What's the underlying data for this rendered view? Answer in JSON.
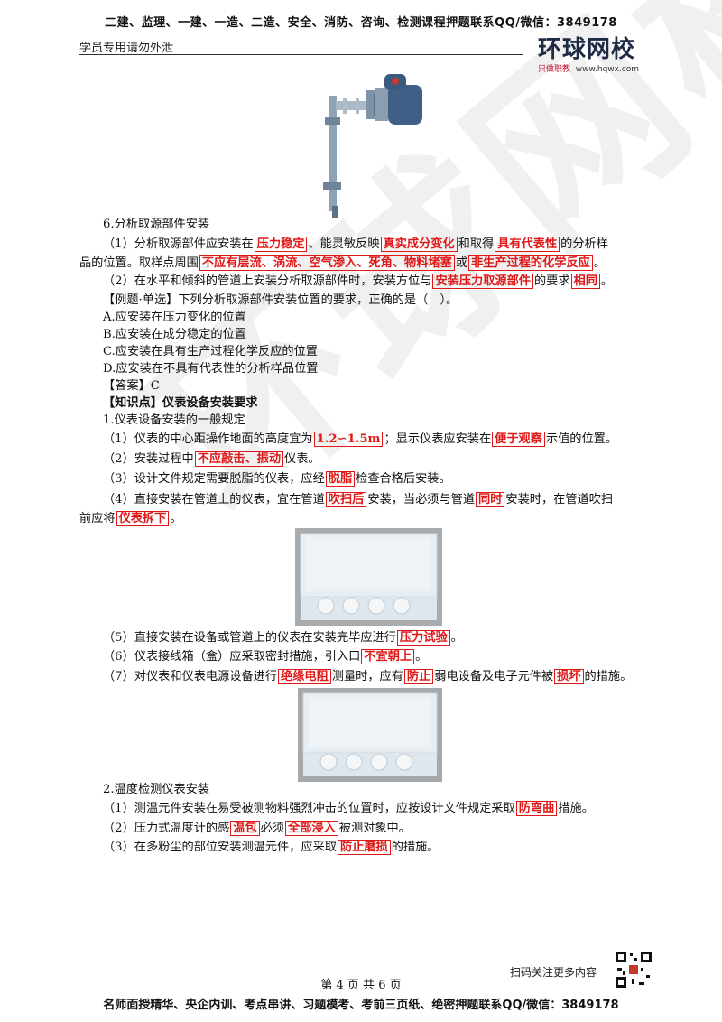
{
  "header": {
    "banner": "二建、监理、一建、一造、二造、安全、消防、咨询、检测课程押题联系QQ/微信：3849178",
    "left_note": "学员专用请勿外泄",
    "logo_main": "环球网校",
    "logo_slogan": "只做职教",
    "logo_url": "www.hqwx.com",
    "watermark": "环球网校"
  },
  "sections": {
    "s6_title": "6.分析取源部件安装",
    "s6_p1_a": "（1）分析取源部件应安装在",
    "s6_p1_b1": "压力稳定",
    "s6_p1_c": "、能灵敏反映",
    "s6_p1_b2": "真实成分变化",
    "s6_p1_d": "和取得",
    "s6_p1_b3": "具有代表性",
    "s6_p1_e": "的分析样",
    "s6_p1_line2_a": "品的位置。取样点周围",
    "s6_p1_b4": "不应有层流、涡流、空气渗入、死角、物料堵塞",
    "s6_p1_line2_b": "或",
    "s6_p1_b5": "非生产过程的化学反应",
    "s6_p1_line2_c": "。",
    "s6_p2_a": "（2）在水平和倾斜的管道上安装分析取源部件时，安装方位与",
    "s6_p2_b1": "安装压力取源部件",
    "s6_p2_c": "的要求",
    "s6_p2_b2": "相同",
    "s6_p2_d": "。",
    "example_q": "【例题·单选】下列分析取源部件安装位置的要求，正确的是（　）。",
    "opt_a": "A.应安装在压力变化的位置",
    "opt_b": "B.应安装在成分稳定的位置",
    "opt_c": "C.应安装在具有生产过程化学反应的位置",
    "opt_d": "D.应安装在不具有代表性的分析样品位置",
    "answer": "【答案】C",
    "kp_title": "【知识点】仪表设备安装要求",
    "k1_title": "1.仪表设备安装的一般规定",
    "k1_p1_a": "（1）仪表的中心距操作地面的高度宜为",
    "k1_p1_b1": "1.2∽1.5m",
    "k1_p1_c": "；显示仪表应安装在",
    "k1_p1_b2": "便于观察",
    "k1_p1_d": "示值的位置。",
    "k1_p2_a": "（2）安装过程中",
    "k1_p2_b1": "不应敲击、振动",
    "k1_p2_c": "仪表。",
    "k1_p3_a": "（3）设计文件规定需要脱脂的仪表，应经",
    "k1_p3_b1": "脱脂",
    "k1_p3_c": "检查合格后安装。",
    "k1_p4_a": "（4）直接安装在管道上的仪表，宜在管道",
    "k1_p4_b1": "吹扫后",
    "k1_p4_c": "安装，当必须与管道",
    "k1_p4_b2": "同时",
    "k1_p4_d": "安装时，在管道吹扫",
    "k1_p4_line2_a": "前应将",
    "k1_p4_b3": "仪表拆下",
    "k1_p4_line2_b": "。",
    "k1_p5_a": "（5）直接安装在设备或管道上的仪表在安装完毕应进行",
    "k1_p5_b1": "压力试验",
    "k1_p5_c": "。",
    "k1_p6_a": "（6）仪表接线箱（盒）应采取密封措施，引入口",
    "k1_p6_b1": "不宜朝上",
    "k1_p6_c": "。",
    "k1_p7_a": "（7）对仪表和仪表电源设备进行",
    "k1_p7_b1": "绝缘电阻",
    "k1_p7_c": "测量时，应有",
    "k1_p7_b2": "防止",
    "k1_p7_d": "弱电设备及电子元件被",
    "k1_p7_b3": "损坏",
    "k1_p7_e": "的措施。",
    "k2_title": "2.温度检测仪表安装",
    "k2_p1_a": "（1）测温元件安装在易受被测物料强烈冲击的位置时，应按设计文件规定采取",
    "k2_p1_b1": "防弯曲",
    "k2_p1_c": "措施。",
    "k2_p2_a": "（2）压力式温度计的感",
    "k2_p2_b1": "温包",
    "k2_p2_c": "必须",
    "k2_p2_b2": "全部浸入",
    "k2_p2_d": "被测对象中。",
    "k2_p3_a": "（3）在多粉尘的部位安装测温元件，应采取",
    "k2_p3_b1": "防止磨损",
    "k2_p3_c": "的措施。"
  },
  "footer": {
    "page": "第 4 页 共 6 页",
    "scan": "扫码关注更多内容",
    "banner": "名师面授精华、央企内训、考点串讲、习题模考、考前三页纸、绝密押题联系QQ/微信：3849178"
  }
}
